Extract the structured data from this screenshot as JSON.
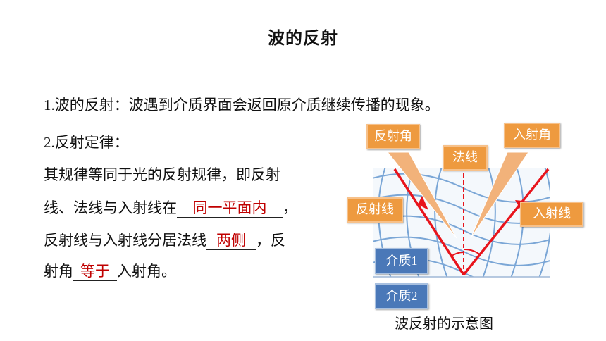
{
  "title": "波的反射",
  "line1": {
    "num": "1.",
    "text": "波的反射：波遇到介质界面会返回原介质继续传播的现象。"
  },
  "line2": {
    "num": "2.",
    "text": "反射定律："
  },
  "line3": {
    "text": "其规律等同于光的反射规律，即反射"
  },
  "line4": {
    "before": "线、法线与入射线在",
    "blank": "同一平面内",
    "after": "，"
  },
  "line5": {
    "before": "反射线与入射线分居法线",
    "blank": "两侧",
    "after": "，反"
  },
  "line6": {
    "before": "射角",
    "blank": "等于",
    "after": "入射角。"
  },
  "diagram": {
    "labels": {
      "reflection_angle": "反射角",
      "normal": "法线",
      "incidence_angle": "入射角",
      "reflected_ray": "反射线",
      "incident_ray": "入射线",
      "medium1": "介质",
      "medium1_num": "1",
      "medium2": "介质",
      "medium2_num": "2"
    },
    "caption": "波反射的示意图",
    "colors": {
      "ray": "#e8141c",
      "wave": "#7aa6d6",
      "orange_tag": "#ee9a3f",
      "blue_tag": "#4a78b8",
      "blank_text": "#c00000"
    }
  }
}
